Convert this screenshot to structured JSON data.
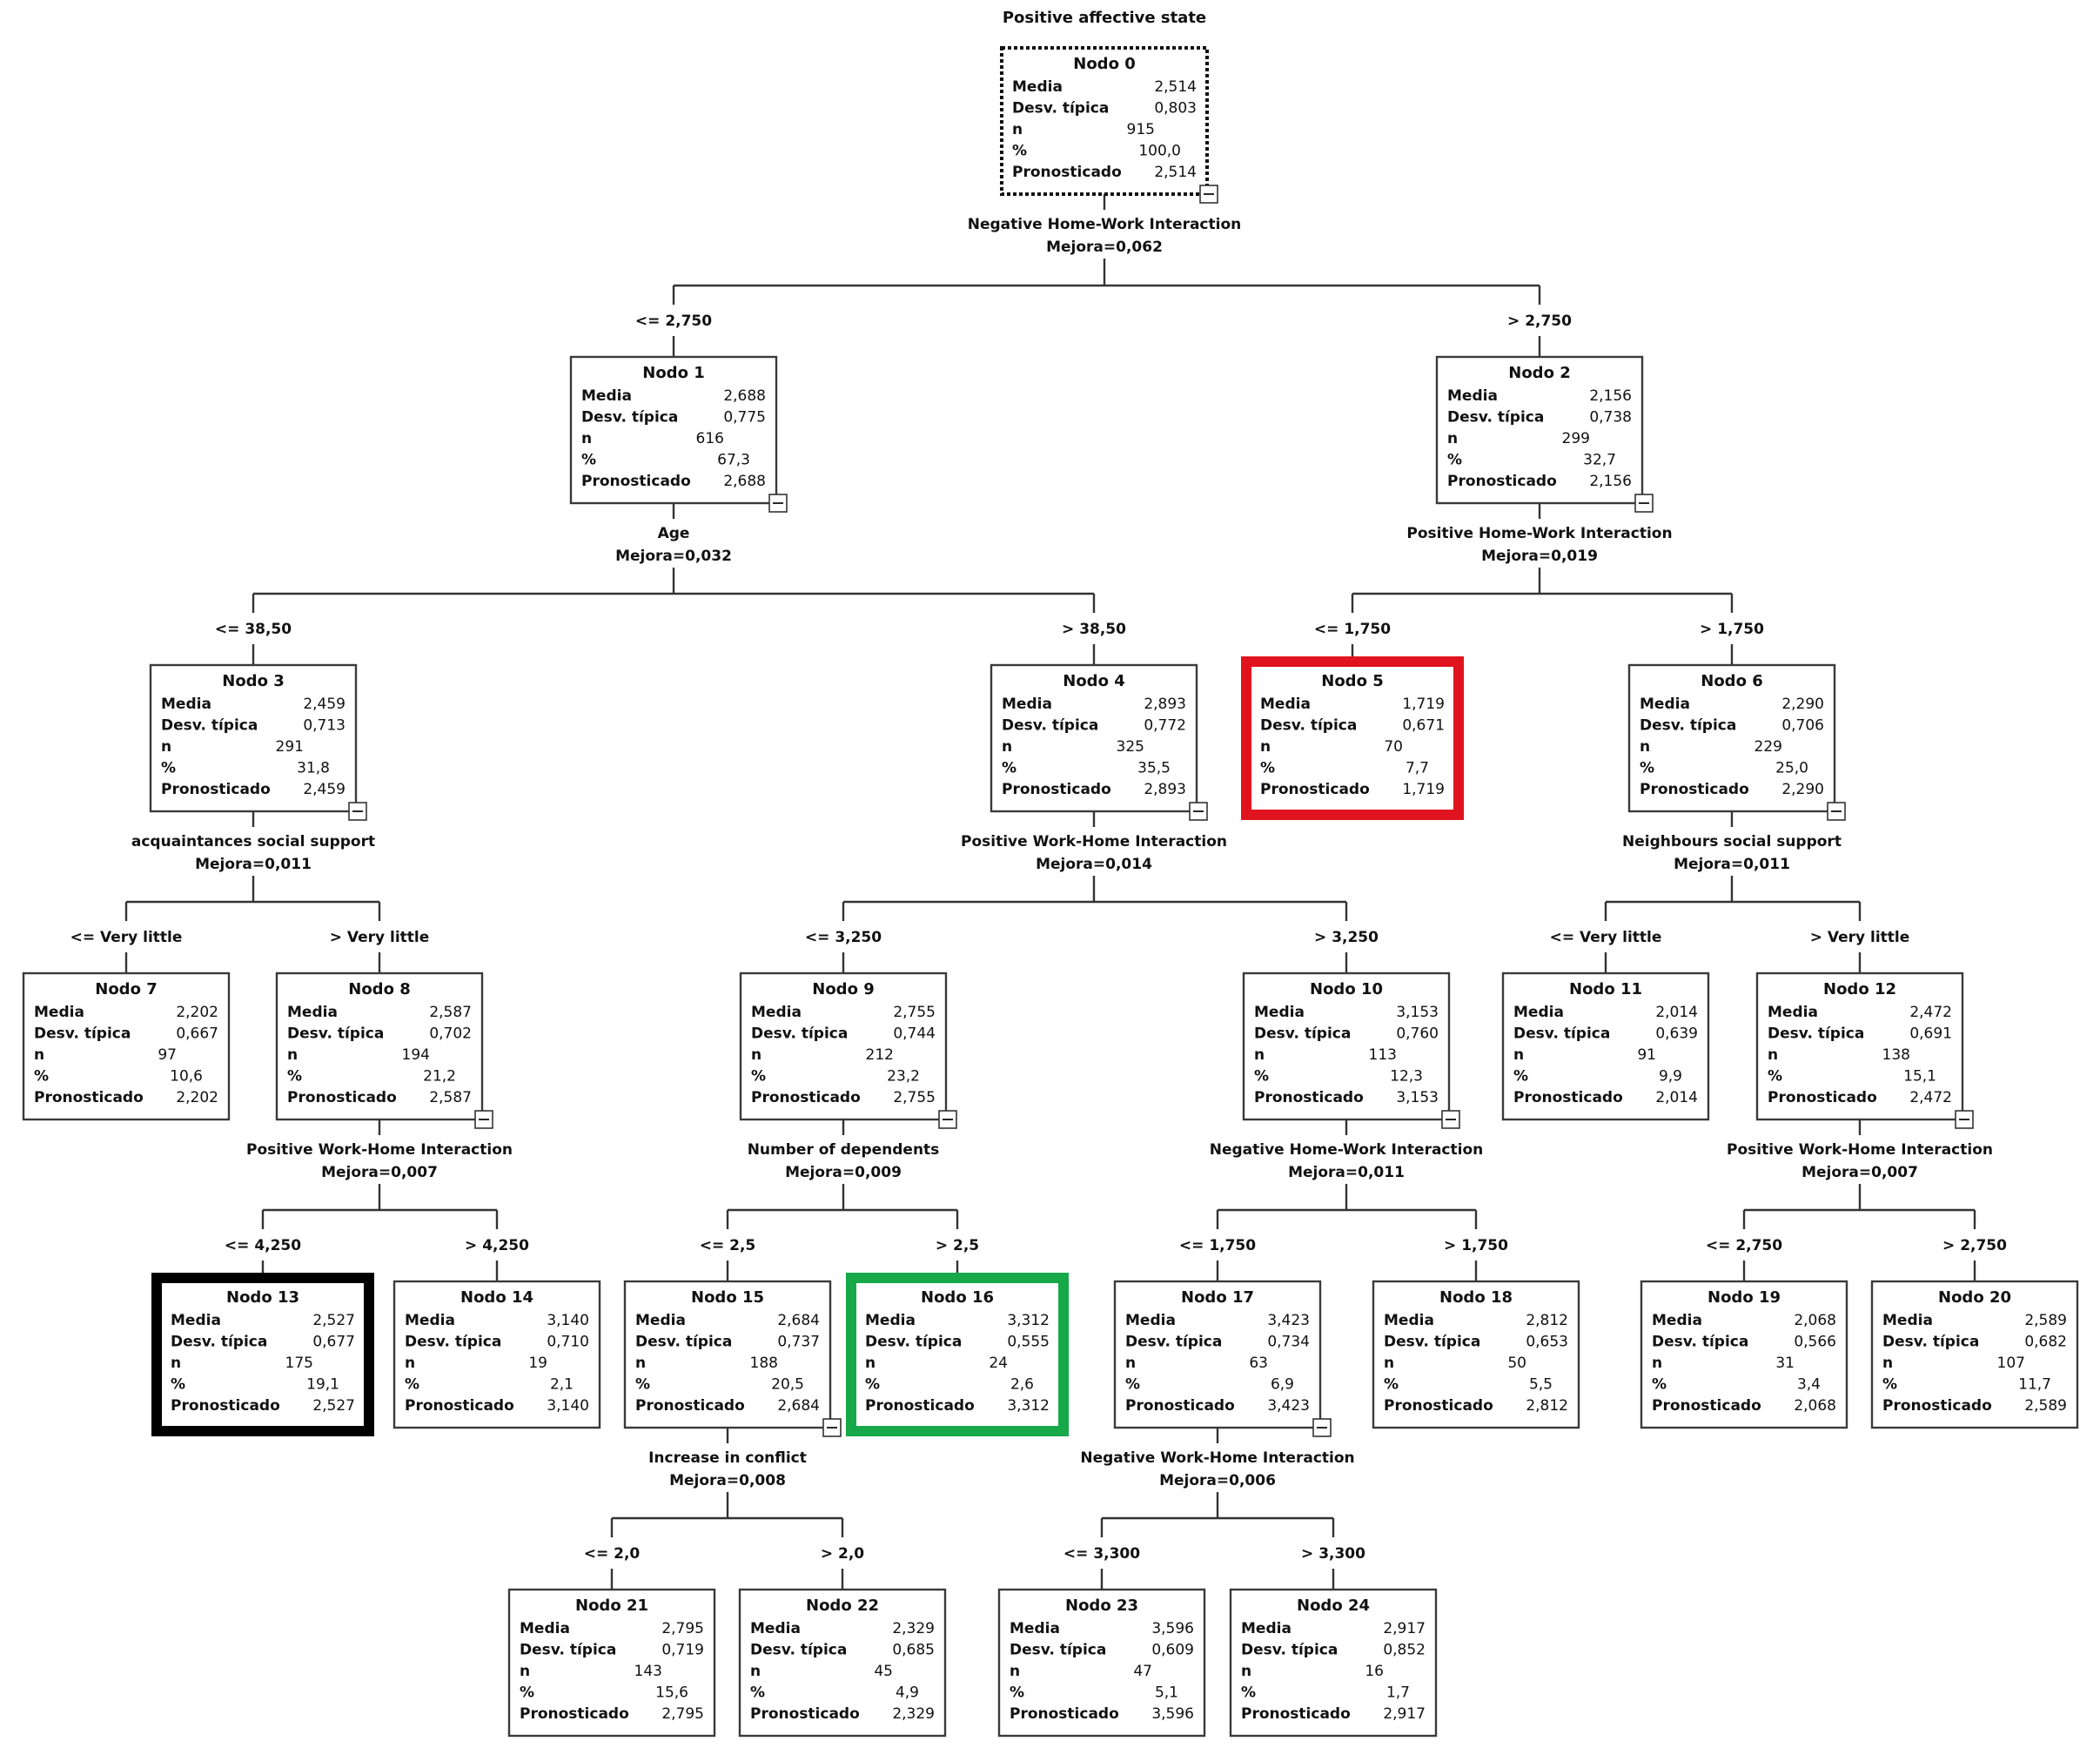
{
  "title": "Positive affective state",
  "stat_labels": [
    "Media",
    "Desv. típica",
    "n",
    "%",
    "Pronosticado"
  ],
  "highlight_colors": {
    "red": "#e0141e",
    "green": "#17a84a",
    "black": "#000000"
  },
  "icons": {
    "collapse": "collapse-minus-icon"
  },
  "nodes": [
    {
      "id": 0,
      "title": "Nodo 0",
      "media": "2,514",
      "desv": "0,803",
      "n": "915",
      "pct": "100,0",
      "pron": "2,514"
    },
    {
      "id": 1,
      "title": "Nodo 1",
      "media": "2,688",
      "desv": "0,775",
      "n": "616",
      "pct": "67,3",
      "pron": "2,688"
    },
    {
      "id": 2,
      "title": "Nodo 2",
      "media": "2,156",
      "desv": "0,738",
      "n": "299",
      "pct": "32,7",
      "pron": "2,156"
    },
    {
      "id": 3,
      "title": "Nodo 3",
      "media": "2,459",
      "desv": "0,713",
      "n": "291",
      "pct": "31,8",
      "pron": "2,459"
    },
    {
      "id": 4,
      "title": "Nodo 4",
      "media": "2,893",
      "desv": "0,772",
      "n": "325",
      "pct": "35,5",
      "pron": "2,893"
    },
    {
      "id": 5,
      "title": "Nodo 5",
      "media": "1,719",
      "desv": "0,671",
      "n": "70",
      "pct": "7,7",
      "pron": "1,719",
      "highlight": "red"
    },
    {
      "id": 6,
      "title": "Nodo 6",
      "media": "2,290",
      "desv": "0,706",
      "n": "229",
      "pct": "25,0",
      "pron": "2,290"
    },
    {
      "id": 7,
      "title": "Nodo 7",
      "media": "2,202",
      "desv": "0,667",
      "n": "97",
      "pct": "10,6",
      "pron": "2,202"
    },
    {
      "id": 8,
      "title": "Nodo 8",
      "media": "2,587",
      "desv": "0,702",
      "n": "194",
      "pct": "21,2",
      "pron": "2,587"
    },
    {
      "id": 9,
      "title": "Nodo 9",
      "media": "2,755",
      "desv": "0,744",
      "n": "212",
      "pct": "23,2",
      "pron": "2,755"
    },
    {
      "id": 10,
      "title": "Nodo 10",
      "media": "3,153",
      "desv": "0,760",
      "n": "113",
      "pct": "12,3",
      "pron": "3,153"
    },
    {
      "id": 11,
      "title": "Nodo 11",
      "media": "2,014",
      "desv": "0,639",
      "n": "91",
      "pct": "9,9",
      "pron": "2,014"
    },
    {
      "id": 12,
      "title": "Nodo 12",
      "media": "2,472",
      "desv": "0,691",
      "n": "138",
      "pct": "15,1",
      "pron": "2,472"
    },
    {
      "id": 13,
      "title": "Nodo 13",
      "media": "2,527",
      "desv": "0,677",
      "n": "175",
      "pct": "19,1",
      "pron": "2,527",
      "highlight": "black"
    },
    {
      "id": 14,
      "title": "Nodo 14",
      "media": "3,140",
      "desv": "0,710",
      "n": "19",
      "pct": "2,1",
      "pron": "3,140"
    },
    {
      "id": 15,
      "title": "Nodo 15",
      "media": "2,684",
      "desv": "0,737",
      "n": "188",
      "pct": "20,5",
      "pron": "2,684"
    },
    {
      "id": 16,
      "title": "Nodo 16",
      "media": "3,312",
      "desv": "0,555",
      "n": "24",
      "pct": "2,6",
      "pron": "3,312",
      "highlight": "green"
    },
    {
      "id": 17,
      "title": "Nodo 17",
      "media": "3,423",
      "desv": "0,734",
      "n": "63",
      "pct": "6,9",
      "pron": "3,423"
    },
    {
      "id": 18,
      "title": "Nodo 18",
      "media": "2,812",
      "desv": "0,653",
      "n": "50",
      "pct": "5,5",
      "pron": "2,812"
    },
    {
      "id": 19,
      "title": "Nodo 19",
      "media": "2,068",
      "desv": "0,566",
      "n": "31",
      "pct": "3,4",
      "pron": "2,068"
    },
    {
      "id": 20,
      "title": "Nodo 20",
      "media": "2,589",
      "desv": "0,682",
      "n": "107",
      "pct": "11,7",
      "pron": "2,589"
    },
    {
      "id": 21,
      "title": "Nodo 21",
      "media": "2,795",
      "desv": "0,719",
      "n": "143",
      "pct": "15,6",
      "pron": "2,795"
    },
    {
      "id": 22,
      "title": "Nodo 22",
      "media": "2,329",
      "desv": "0,685",
      "n": "45",
      "pct": "4,9",
      "pron": "2,329"
    },
    {
      "id": 23,
      "title": "Nodo 23",
      "media": "3,596",
      "desv": "0,609",
      "n": "47",
      "pct": "5,1",
      "pron": "3,596"
    },
    {
      "id": 24,
      "title": "Nodo 24",
      "media": "2,917",
      "desv": "0,852",
      "n": "16",
      "pct": "1,7",
      "pron": "2,917"
    }
  ],
  "splits": [
    {
      "parent": 0,
      "variable": "Negative Home-Work Interaction",
      "improvement": "Mejora=0,062",
      "children": [
        1,
        2
      ],
      "conditions": [
        "<= 2,750",
        "> 2,750"
      ]
    },
    {
      "parent": 1,
      "variable": "Age",
      "improvement": "Mejora=0,032",
      "children": [
        3,
        4
      ],
      "conditions": [
        "<= 38,50",
        "> 38,50"
      ]
    },
    {
      "parent": 2,
      "variable": "Positive Home-Work Interaction",
      "improvement": "Mejora=0,019",
      "children": [
        5,
        6
      ],
      "conditions": [
        "<= 1,750",
        "> 1,750"
      ]
    },
    {
      "parent": 3,
      "variable": "acquaintances social support",
      "improvement": "Mejora=0,011",
      "children": [
        7,
        8
      ],
      "conditions": [
        "<= Very little",
        "> Very little"
      ]
    },
    {
      "parent": 4,
      "variable": "Positive Work-Home Interaction",
      "improvement": "Mejora=0,014",
      "children": [
        9,
        10
      ],
      "conditions": [
        "<= 3,250",
        "> 3,250"
      ]
    },
    {
      "parent": 6,
      "variable": "Neighbours social support",
      "improvement": "Mejora=0,011",
      "children": [
        11,
        12
      ],
      "conditions": [
        "<= Very little",
        "> Very little"
      ]
    },
    {
      "parent": 8,
      "variable": "Positive Work-Home Interaction",
      "improvement": "Mejora=0,007",
      "children": [
        13,
        14
      ],
      "conditions": [
        "<= 4,250",
        "> 4,250"
      ]
    },
    {
      "parent": 9,
      "variable": "Number of dependents",
      "improvement": "Mejora=0,009",
      "children": [
        15,
        16
      ],
      "conditions": [
        "<= 2,5",
        "> 2,5"
      ]
    },
    {
      "parent": 10,
      "variable": "Negative Home-Work Interaction",
      "improvement": "Mejora=0,011",
      "children": [
        17,
        18
      ],
      "conditions": [
        "<= 1,750",
        "> 1,750"
      ]
    },
    {
      "parent": 12,
      "variable": "Positive Work-Home Interaction",
      "improvement": "Mejora=0,007",
      "children": [
        19,
        20
      ],
      "conditions": [
        "<= 2,750",
        "> 2,750"
      ]
    },
    {
      "parent": 15,
      "variable": "Increase in conflict",
      "improvement": "Mejora=0,008",
      "children": [
        21,
        22
      ],
      "conditions": [
        "<= 2,0",
        "> 2,0"
      ]
    },
    {
      "parent": 17,
      "variable": "Negative Work-Home Interaction",
      "improvement": "Mejora=0,006",
      "children": [
        23,
        24
      ],
      "conditions": [
        "<= 3,300",
        "> 3,300"
      ]
    }
  ]
}
